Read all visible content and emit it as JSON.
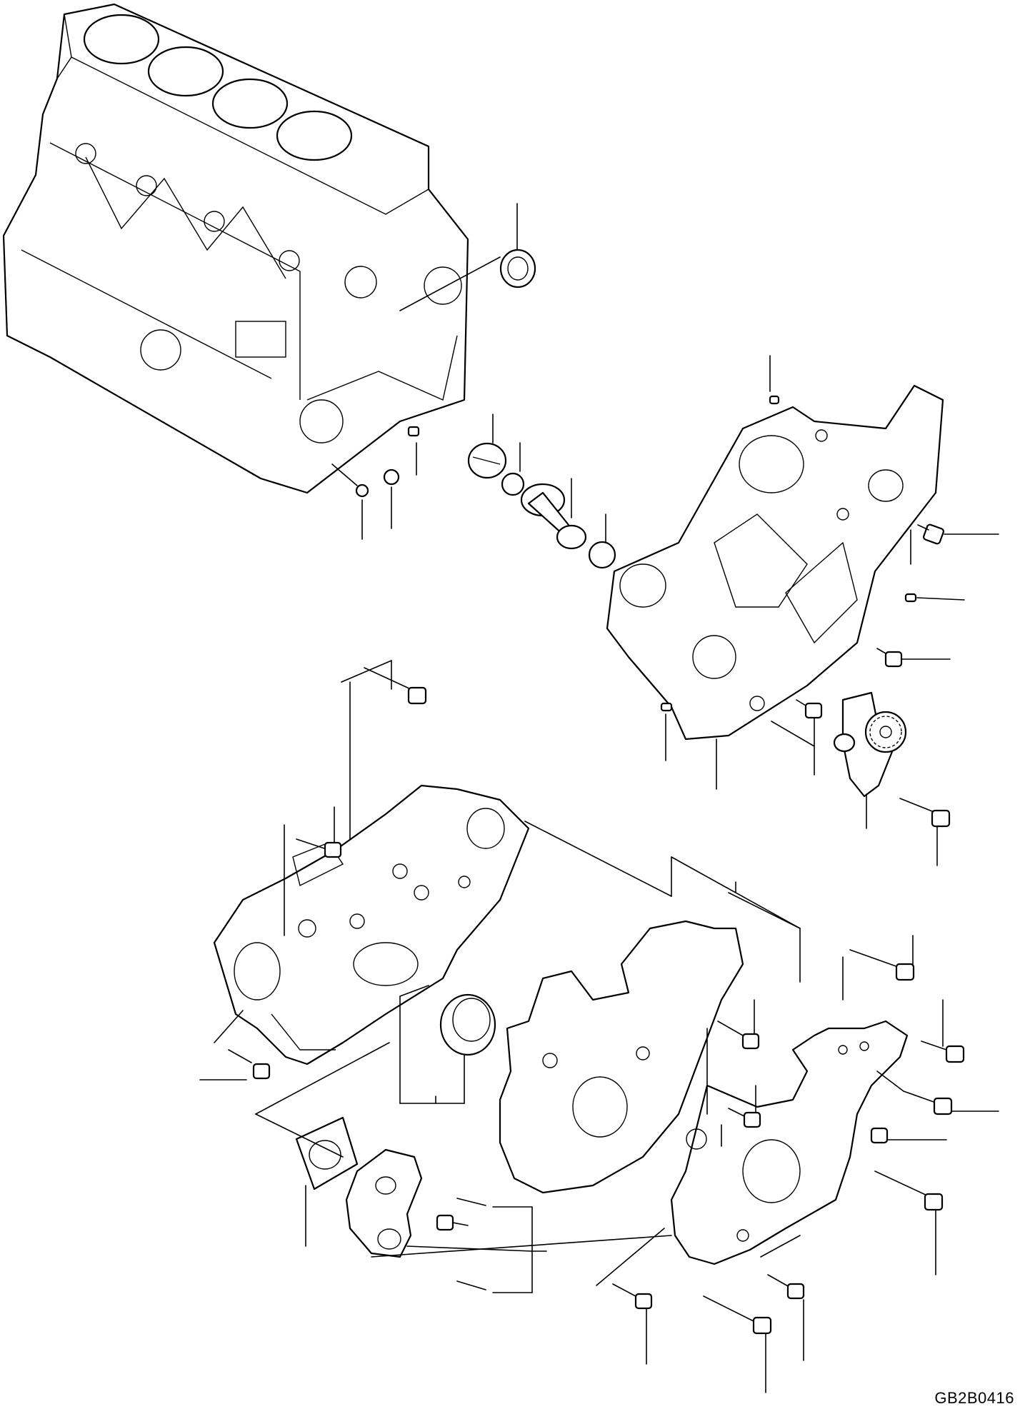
{
  "drawing": {
    "code": "GB2B0416"
  },
  "icons": [
    "cylinder-block",
    "crankshaft-oil-seal",
    "timing-gear-case",
    "oil-pump",
    "front-plate",
    "front-seal",
    "gear-case-gasket",
    "plate-gasket",
    "bracket",
    "bolt",
    "dowel-pin",
    "o-ring",
    "plug"
  ]
}
